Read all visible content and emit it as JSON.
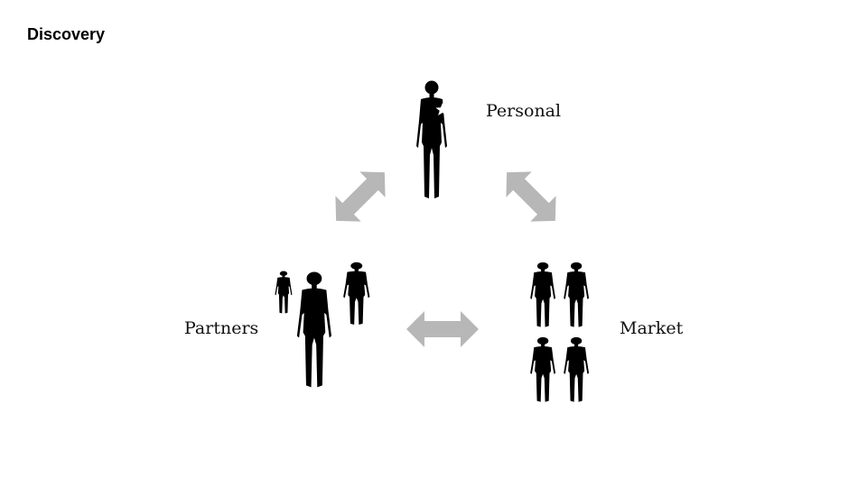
{
  "slide": {
    "title": "Discovery"
  },
  "nodes": {
    "personal": {
      "label": "Personal",
      "icon": "person-with-star-icon"
    },
    "partners": {
      "label": "Partners",
      "icon": "person-group-icon"
    },
    "market": {
      "label": "Market",
      "icon": "crowd-icon"
    }
  },
  "colors": {
    "figure": "#000000",
    "arrow": "#b7b7b7",
    "star": "#ffffff"
  }
}
